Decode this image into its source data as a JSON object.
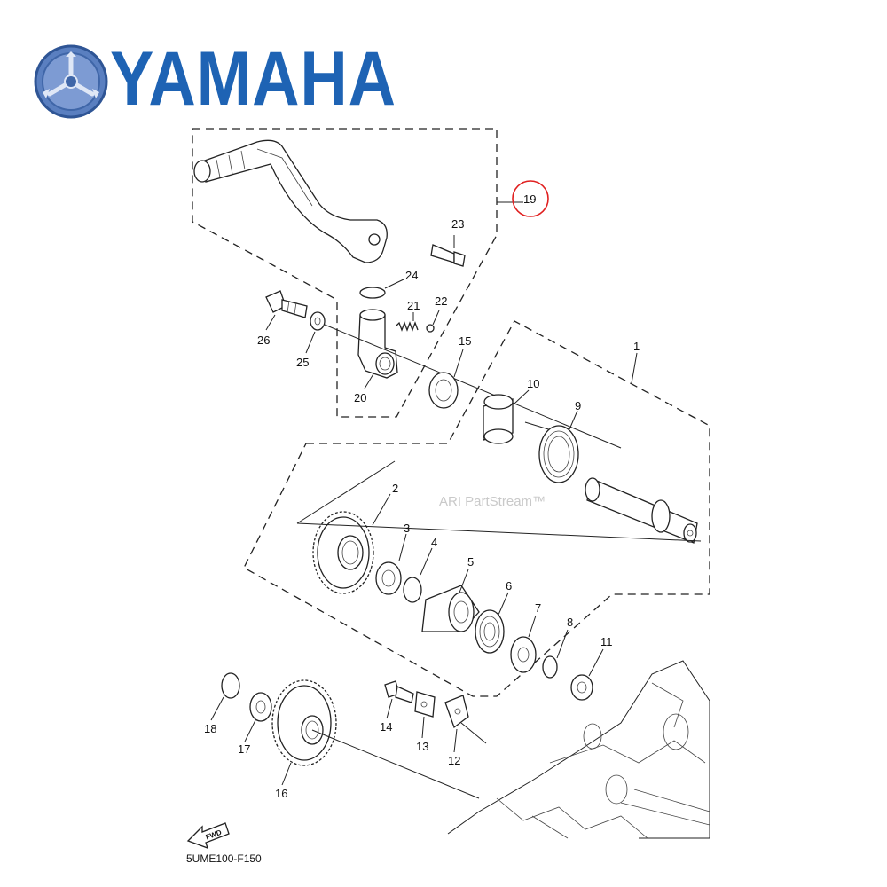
{
  "logo": {
    "text": "YAMAHA",
    "brand_color": "#1e63b4"
  },
  "watermark": "ARI PartStream™",
  "diagram_code": "5UME100-F150",
  "fwd_label": "FWD",
  "highlight_color": "#e02020",
  "callouts": {
    "p1": "1",
    "p2": "2",
    "p3": "3",
    "p4": "4",
    "p5": "5",
    "p6": "6",
    "p7": "7",
    "p8": "8",
    "p9": "9",
    "p10": "10",
    "p11": "11",
    "p12": "12",
    "p13": "13",
    "p14": "14",
    "p15": "15",
    "p16": "16",
    "p17": "17",
    "p18": "18",
    "p19": "19",
    "p20": "20",
    "p21": "21",
    "p22": "22",
    "p23": "23",
    "p24": "24",
    "p25": "25",
    "p26": "26"
  }
}
